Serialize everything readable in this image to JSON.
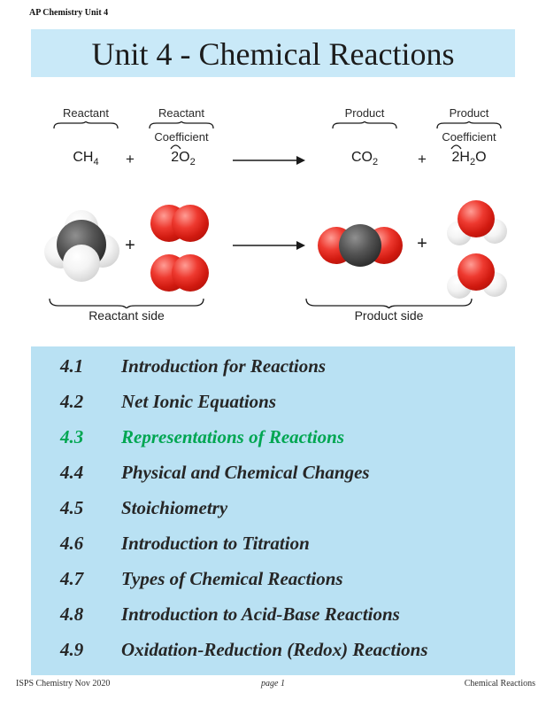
{
  "header": {
    "corner_label": "AP Chemistry Unit 4",
    "title": "Unit 4 - Chemical Reactions"
  },
  "equation": {
    "reactant_label_1": "Reactant",
    "reactant_label_2": "Reactant",
    "coefficient_label_left": "Coefficient",
    "product_label_1": "Product",
    "product_label_2": "Product",
    "coefficient_label_right": "Coefficient",
    "ch4_base": "CH",
    "ch4_sub": "4",
    "plus_1": "+",
    "o2_coef": "2",
    "o2_base": "O",
    "o2_sub": "2",
    "co2_base": "CO",
    "co2_sub": "2",
    "plus_2": "+",
    "h2o_coef": "2",
    "h2o_base": "H",
    "h2o_sub": "2",
    "h2o_base2": "O"
  },
  "molecules": {
    "plus_left": "+",
    "plus_right": "+",
    "reactant_side_label": "Reactant side",
    "product_side_label": "Product side"
  },
  "sections": [
    {
      "num": "4.1",
      "title": "Introduction for Reactions"
    },
    {
      "num": "4.2",
      "title": "Net Ionic Equations"
    },
    {
      "num": "4.3",
      "title": "Representations of Reactions"
    },
    {
      "num": "4.4",
      "title": "Physical and Chemical Changes"
    },
    {
      "num": "4.5",
      "title": "Stoichiometry"
    },
    {
      "num": "4.6",
      "title": "Introduction to Titration"
    },
    {
      "num": "4.7",
      "title": "Types of Chemical Reactions"
    },
    {
      "num": "4.8",
      "title": "Introduction to Acid-Base Reactions"
    },
    {
      "num": "4.9",
      "title": "Oxidation-Reduction (Redox) Reactions"
    }
  ],
  "footer": {
    "left": "ISPS Chemistry Nov 2020",
    "center": "page 1",
    "right": "Chemical Reactions"
  },
  "colors": {
    "title_bar_blue": "#c9e9f8",
    "toc_box_blue": "#b9e1f3",
    "highlight_green": "#00A651",
    "oxygen_red": "#d11a10",
    "carbon_dark": "#3a3a3a",
    "hydrogen_white": "#f2f2f2"
  }
}
